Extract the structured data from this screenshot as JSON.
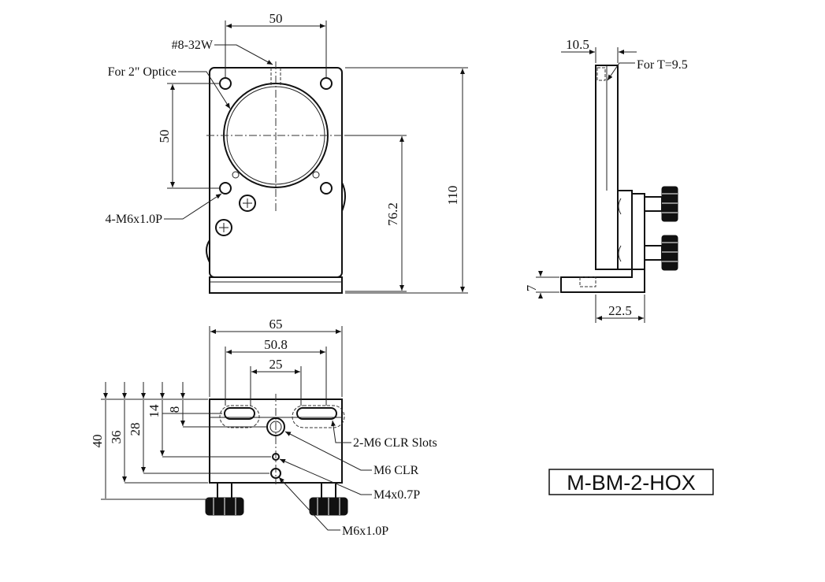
{
  "labels": {
    "screw_spec": "#8-32W",
    "optic": "For 2\" Optice",
    "mount_holes": "4-M6x1.0P",
    "thickness": "For T=9.5",
    "slots": "2-M6 CLR Slots",
    "m6_clr": "M6 CLR",
    "m4": "M4x0.7P",
    "m6_tap": "M6x1.0P"
  },
  "dims": {
    "front_width": "50",
    "front_hole_pitch": "50",
    "center_height": "76.2",
    "total_height": "110",
    "side_top": "10.5",
    "side_base": "22.5",
    "side_thick": "7",
    "bottom_width": "65",
    "bottom_slot": "50.8",
    "bottom_center": "25",
    "v40": "40",
    "v36": "36",
    "v28": "28",
    "v14": "14",
    "v8": "8"
  },
  "model": "M-BM-2-HOX"
}
